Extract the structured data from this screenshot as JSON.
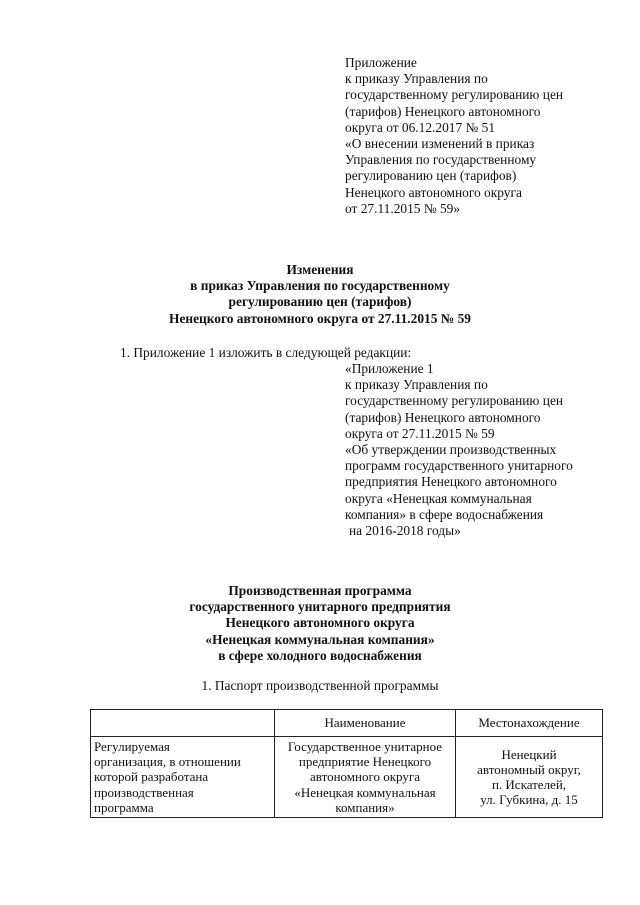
{
  "appendix_header": {
    "lines": [
      "Приложение",
      "к приказу Управления по",
      "государственному регулированию цен",
      "(тарифов) Ненецкого автономного",
      "округа от 06.12.2017 № 51",
      "«О внесении изменений в приказ",
      "Управления по государственному",
      "регулированию цен (тарифов)",
      "Ненецкого автономного округа",
      "от 27.11.2015 № 59»"
    ]
  },
  "changes_title": {
    "lines": [
      "Изменения",
      "в приказ Управления по государственному",
      "регулированию цен (тарифов)",
      "Ненецкого автономного округа от 27.11.2015 № 59"
    ]
  },
  "item1": "1. Приложение 1 изложить в следующей редакции:",
  "appendix1": {
    "lines": [
      "«Приложение 1",
      "к приказу Управления по",
      "государственному регулированию цен",
      "(тарифов) Ненецкого автономного",
      "округа от 27.11.2015 № 59",
      "«Об утверждении производственных",
      "программ государственного унитарного",
      "предприятия Ненецкого автономного",
      "округа «Ненецкая коммунальная",
      "компания» в сфере водоснабжения",
      "на 2016-2018 годы»"
    ]
  },
  "program_title": {
    "lines": [
      "Производственная программа",
      "государственного унитарного предприятия",
      "Ненецкого автономного округа",
      "«Ненецкая коммунальная компания»",
      "в сфере холодного водоснабжения"
    ]
  },
  "passport_heading": "1. Паспорт производственной программы",
  "table": {
    "header": [
      "",
      "Наименование",
      "Местонахождение"
    ],
    "row": {
      "label_lines": [
        "Регулируемая",
        "организация, в отношении",
        "которой разработана",
        "производственная",
        "программа"
      ],
      "name_lines": [
        "Государственное унитарное",
        "предприятие Ненецкого",
        "автономного округа",
        "«Ненецкая коммунальная",
        "компания»"
      ],
      "location_lines": [
        "Ненецкий",
        "автономный округ,",
        "п. Искателей,",
        "ул. Губкина, д. 15"
      ]
    }
  }
}
